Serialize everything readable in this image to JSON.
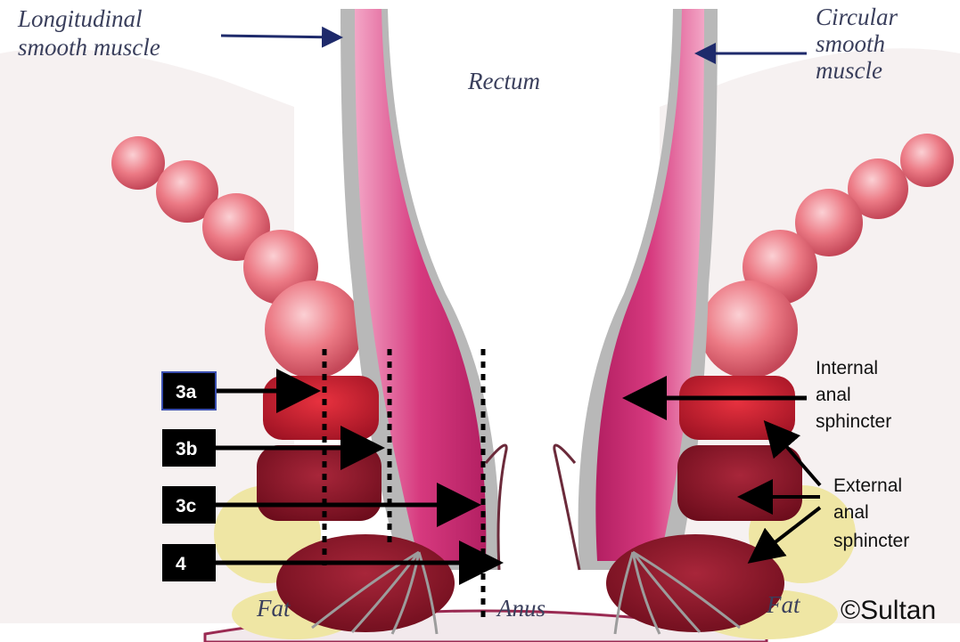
{
  "labels": {
    "longitudinal_1": "Longitudinal",
    "longitudinal_2": "smooth muscle",
    "circular_1": "Circular",
    "circular_2": "smooth",
    "circular_3": "muscle",
    "rectum": "Rectum",
    "internal_1": "Internal",
    "internal_2": "anal",
    "internal_3": "sphincter",
    "external_1": "External",
    "external_2": "anal",
    "external_3": "sphincter",
    "fat_left": "Fat",
    "fat_right": "Fat",
    "anus": "Anus",
    "copyright": "©Sultan"
  },
  "badges": [
    "3a",
    "3b",
    "3c",
    "4"
  ],
  "colors": {
    "rectal_mucosa": "#d6397e",
    "muscle_sheath": "#a9a9a9",
    "sphincter_internal": "#c81f35",
    "sphincter_external": "#8e1426",
    "colon_loops": "#e8707a",
    "fat": "#efe6a4",
    "badge_bg": "#000000",
    "arrow": "#000000",
    "pointer_arrow": "#1e2a6b"
  }
}
